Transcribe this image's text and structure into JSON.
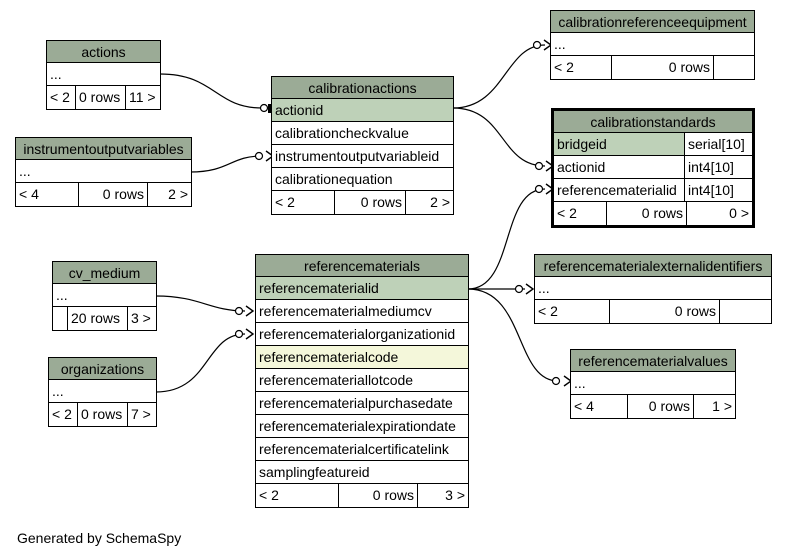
{
  "tables": {
    "actions": {
      "name": "actions",
      "ellipsis": "...",
      "left": "< 2",
      "rows": "0 rows",
      "right": "11 >"
    },
    "instrumentoutputvariables": {
      "name": "instrumentoutputvariables",
      "ellipsis": "...",
      "left": "< 4",
      "rows": "0 rows",
      "right": "2 >"
    },
    "calibrationactions": {
      "name": "calibrationactions",
      "columns": [
        "actionid",
        "calibrationcheckvalue",
        "instrumentoutputvariableid",
        "calibrationequation"
      ],
      "left": "< 2",
      "rows": "0 rows",
      "right": "2 >"
    },
    "calibrationreferenceequipment": {
      "name": "calibrationreferenceequipment",
      "ellipsis": "...",
      "left": "< 2",
      "rows": "0 rows",
      "right": ""
    },
    "calibrationstandards": {
      "name": "calibrationstandards",
      "columns": [
        {
          "name": "bridgeid",
          "type": "serial[10]"
        },
        {
          "name": "actionid",
          "type": "int4[10]"
        },
        {
          "name": "referencematerialid",
          "type": "int4[10]"
        }
      ],
      "left": "< 2",
      "rows": "0 rows",
      "right": "0 >"
    },
    "cv_medium": {
      "name": "cv_medium",
      "ellipsis": "...",
      "left": "",
      "rows": "20 rows",
      "right": "3 >"
    },
    "organizations": {
      "name": "organizations",
      "ellipsis": "...",
      "left": "< 2",
      "rows": "0 rows",
      "right": "7 >"
    },
    "referencematerials": {
      "name": "referencematerials",
      "columns": [
        "referencematerialid",
        "referencematerialmediumcv",
        "referencematerialorganizationid",
        "referencematerialcode",
        "referencemateriallotcode",
        "referencematerialpurchasedate",
        "referencematerialexpirationdate",
        "referencematerialcertificatelink",
        "samplingfeatureid"
      ],
      "left": "< 2",
      "rows": "0 rows",
      "right": "3 >"
    },
    "referencematerialexternalidentifiers": {
      "name": "referencematerialexternalidentifiers",
      "ellipsis": "...",
      "left": "< 2",
      "rows": "0 rows",
      "right": ""
    },
    "referencematerialvalues": {
      "name": "referencematerialvalues",
      "ellipsis": "...",
      "left": "< 4",
      "rows": "0 rows",
      "right": "1 >"
    }
  },
  "footer": "Generated by SchemaSpy",
  "colors": {
    "header": "#9bab96",
    "primary_key": "#bed1b8",
    "indexed": "#f4f7da",
    "line": "#000000"
  }
}
